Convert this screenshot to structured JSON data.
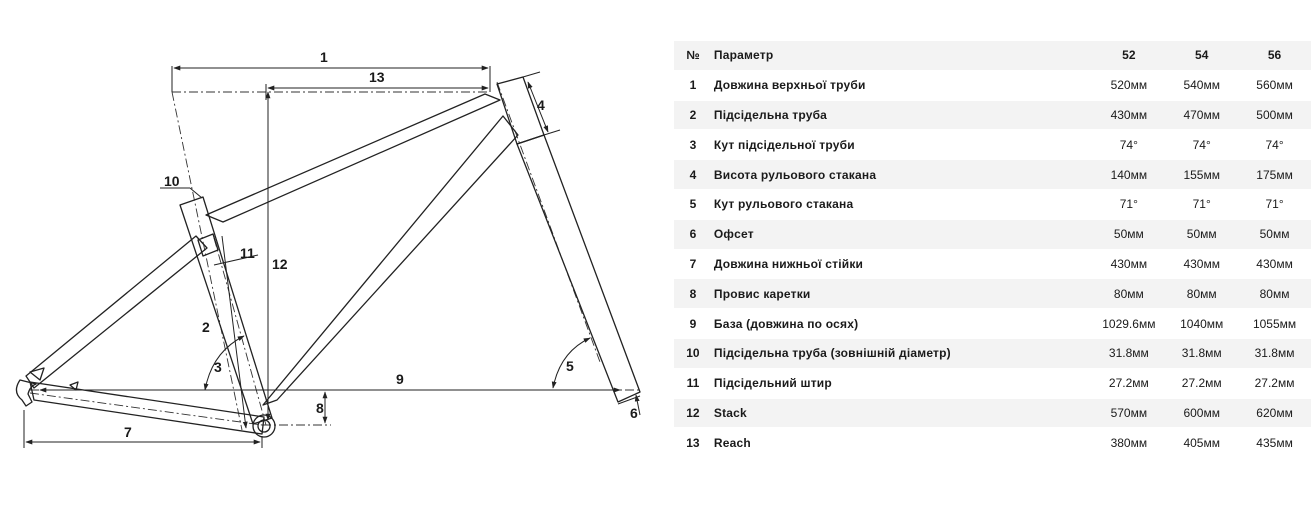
{
  "diagram": {
    "labels": [
      "1",
      "13",
      "4",
      "10",
      "11",
      "12",
      "2",
      "3",
      "9",
      "5",
      "8",
      "6",
      "7"
    ]
  },
  "table": {
    "headers": {
      "num": "№",
      "param": "Параметр",
      "sizes": [
        "52",
        "54",
        "56"
      ]
    },
    "rows": [
      {
        "num": "1",
        "name": "Довжина верхньої труби",
        "values": [
          "520мм",
          "540мм",
          "560мм"
        ]
      },
      {
        "num": "2",
        "name": "Підсідельна труба",
        "values": [
          "430мм",
          "470мм",
          "500мм"
        ]
      },
      {
        "num": "3",
        "name": "Кут підсідельної труби",
        "values": [
          "74°",
          "74°",
          "74°"
        ]
      },
      {
        "num": "4",
        "name": "Висота рульового стакана",
        "values": [
          "140мм",
          "155мм",
          "175мм"
        ]
      },
      {
        "num": "5",
        "name": "Кут рульового стакана",
        "values": [
          "71°",
          "71°",
          "71°"
        ]
      },
      {
        "num": "6",
        "name": "Офсет",
        "values": [
          "50мм",
          "50мм",
          "50мм"
        ]
      },
      {
        "num": "7",
        "name": "Довжина нижньої стійки",
        "values": [
          "430мм",
          "430мм",
          "430мм"
        ]
      },
      {
        "num": "8",
        "name": "Провис каретки",
        "values": [
          "80мм",
          "80мм",
          "80мм"
        ]
      },
      {
        "num": "9",
        "name": "База (довжина по осях)",
        "values": [
          "1029.6мм",
          "1040мм",
          "1055мм"
        ]
      },
      {
        "num": "10",
        "name": "Підсідельна труба (зовнішній діаметр)",
        "values": [
          "31.8мм",
          "31.8мм",
          "31.8мм"
        ]
      },
      {
        "num": "11",
        "name": "Підсідельний штир",
        "values": [
          "27.2мм",
          "27.2мм",
          "27.2мм"
        ]
      },
      {
        "num": "12",
        "name": "Stack",
        "values": [
          "570мм",
          "600мм",
          "620мм"
        ]
      },
      {
        "num": "13",
        "name": "Reach",
        "values": [
          "380мм",
          "405мм",
          "435мм"
        ]
      }
    ]
  }
}
